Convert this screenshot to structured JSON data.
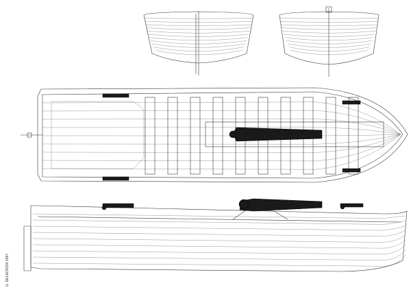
{
  "drawing": {
    "signature": "G. DELACROIX 1997",
    "views": [
      "stern-section",
      "bow-section",
      "plan-view",
      "profile-view"
    ]
  }
}
